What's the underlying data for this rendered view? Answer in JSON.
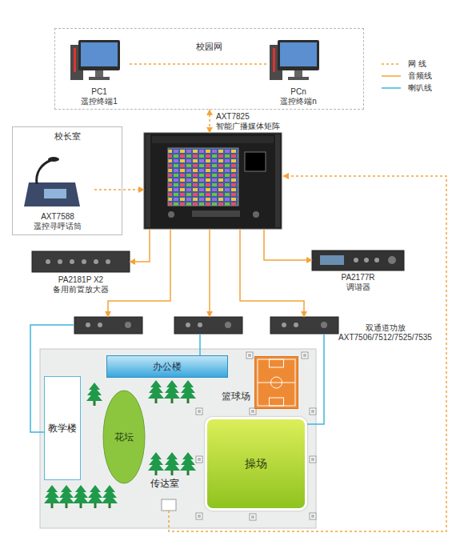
{
  "diagram": {
    "nodes": [
      {
        "text": [
          "校园网"
        ]
      },
      {
        "text": [
          "PC1",
          "遥控终端1"
        ],
        "in": 0
      },
      {
        "text": [
          "PCn",
          "遥控终端n"
        ],
        "in": 0
      },
      {
        "text": [
          "校长室"
        ]
      },
      {
        "text": [
          "AXT7588 遥控寻呼话筒"
        ],
        "in": 3
      },
      {
        "text": [
          "AXT7825 智能广播媒体矩阵"
        ]
      },
      {
        "text": [
          "PA2181P X2 备用前置放大器"
        ]
      },
      {
        "text": [
          "PA2177R 调谐器"
        ]
      },
      {
        "text": []
      },
      {
        "text": []
      },
      {
        "text": [
          "双通道功放 AXT7506/7512/7525/7535"
        ]
      },
      {
        "text": [
          "办公楼"
        ]
      },
      {
        "text": [
          "篮球场"
        ]
      },
      {
        "text": [
          "教学楼"
        ]
      },
      {
        "text": [
          "花坛"
        ]
      },
      {
        "text": [
          "操场"
        ]
      }
    ],
    "edges": [
      {
        "from": 1,
        "to": 2,
        "arrow": "none"
      },
      {
        "from": 0,
        "to": 5,
        "arrow": "both"
      },
      {
        "from": 4,
        "to": 5,
        "arrow": "to"
      },
      {
        "from": 5,
        "to": 6,
        "arrow": "to"
      },
      {
        "from": 5,
        "to": 7,
        "arrow": "to"
      },
      {
        "from": 5,
        "to": 8,
        "arrow": "to"
      },
      {
        "from": 5,
        "to": 9,
        "arrow": "to"
      },
      {
        "from": 5,
        "to": 10,
        "arrow": "to"
      },
      {
        "from": 8,
        "to": 13,
        "arrow": "none"
      },
      {
        "from": 9,
        "to": 11,
        "arrow": "none"
      },
      {
        "from": 10,
        "to": 15,
        "arrow": "none"
      }
    ],
    "labels": [
      "传达室"
    ],
    "legend": [
      {
        "text": "网 线"
      },
      {
        "text": "音频线"
      },
      {
        "text": "喇叭线"
      }
    ]
  }
}
